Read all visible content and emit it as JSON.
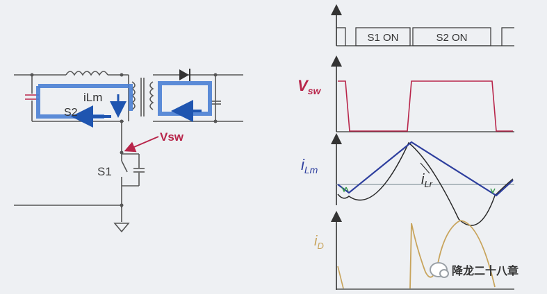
{
  "colors": {
    "background": "#eef0f3",
    "wire": "#555555",
    "loop_fill": "#4a7fd4",
    "loop_stroke": "#1f55b0",
    "vsw_red": "#b8254a",
    "ilm_blue": "#2e3f9e",
    "ilr_dark": "#2b2b2b",
    "id_orange": "#c8a45c",
    "green_marker": "#3a9a4a",
    "ref_line": "#8a9aa0"
  },
  "circuit": {
    "ilm_label": "iLm",
    "s2_label": "S2",
    "s1_label": "S1",
    "vsw_label": "Vsw"
  },
  "waveforms": {
    "gate": {
      "s1_on": "S1 ON",
      "s2_on": "S2 ON"
    },
    "vsw": {
      "label": "V",
      "sub": "sw"
    },
    "ilm": {
      "label": "i",
      "sub": "Lm"
    },
    "ilr": {
      "label": "i",
      "sub": "Lr"
    },
    "id": {
      "label": "i",
      "sub": "D"
    }
  },
  "watermark": {
    "text": "降龙二十八章"
  }
}
